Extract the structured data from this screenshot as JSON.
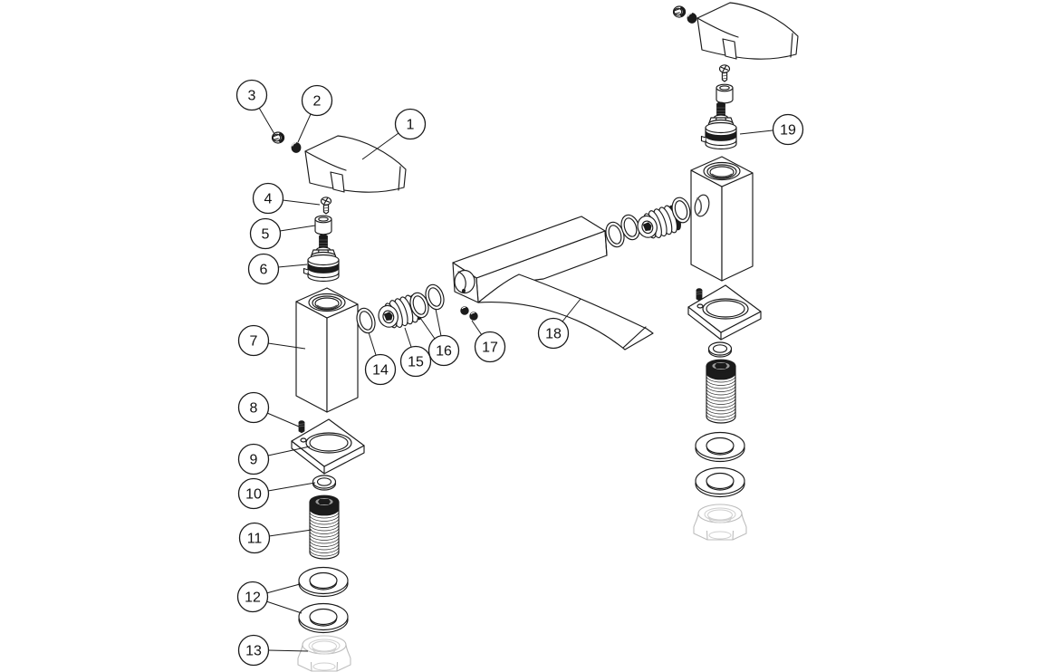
{
  "diagram": {
    "kind": "exploded-parts-diagram",
    "colors": {
      "background": "#ffffff",
      "line": "#1a1a1a",
      "dark_fill": "#1b1b1b",
      "faded_part": "#bdbdbd"
    },
    "callouts": [
      {
        "label": "1"
      },
      {
        "label": "2"
      },
      {
        "label": "3"
      },
      {
        "label": "4"
      },
      {
        "label": "5"
      },
      {
        "label": "6"
      },
      {
        "label": "7"
      },
      {
        "label": "8"
      },
      {
        "label": "9"
      },
      {
        "label": "10"
      },
      {
        "label": "11"
      },
      {
        "label": "12"
      },
      {
        "label": "13"
      },
      {
        "label": "14"
      },
      {
        "label": "15"
      },
      {
        "label": "16"
      },
      {
        "label": "17"
      },
      {
        "label": "18"
      },
      {
        "label": "19"
      }
    ]
  }
}
